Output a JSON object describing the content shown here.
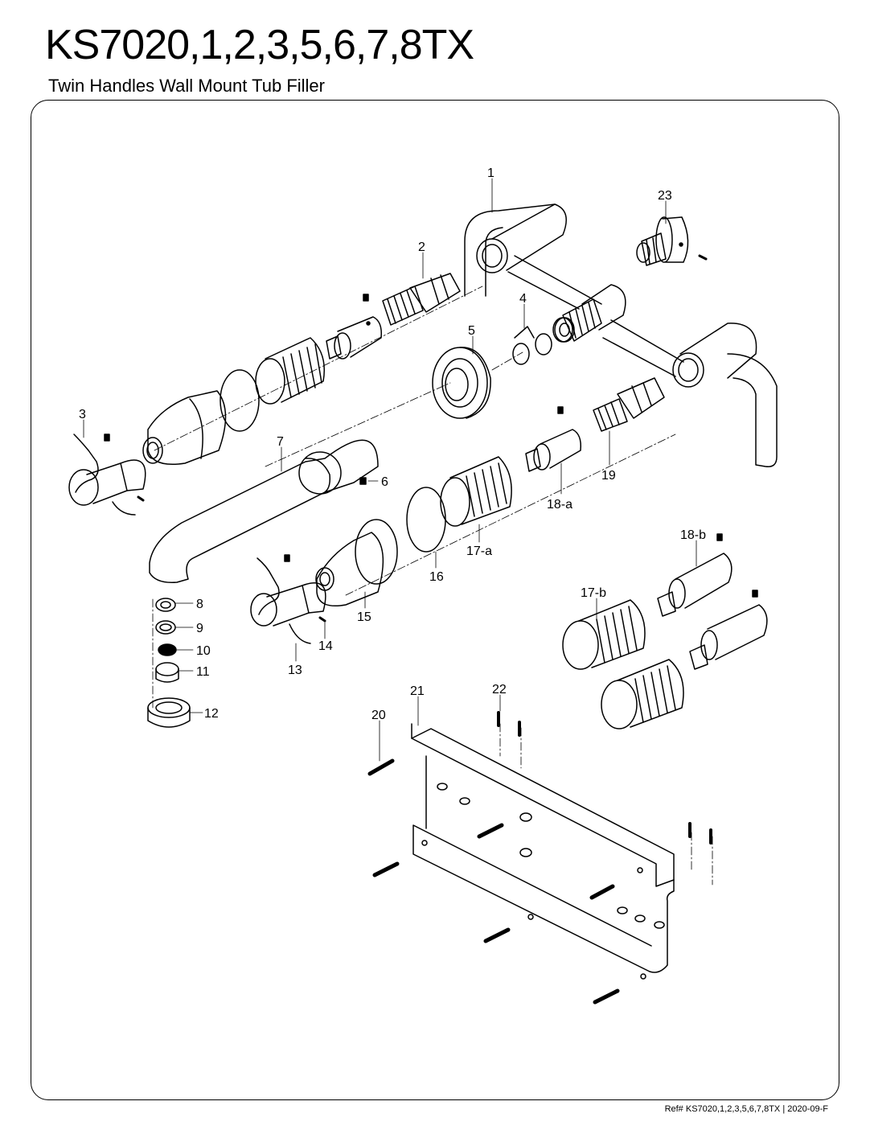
{
  "header": {
    "title": "KS7020,1,2,3,5,6,7,8TX",
    "subtitle": "Twin Handles Wall Mount Tub Filler"
  },
  "callouts": {
    "c1": "1",
    "c2": "2",
    "c3": "3",
    "c4": "4",
    "c5": "5",
    "c6": "6",
    "c7": "7",
    "c8": "8",
    "c9": "9",
    "c10": "10",
    "c11": "11",
    "c12": "12",
    "c13": "13",
    "c14": "14",
    "c15": "15",
    "c16": "16",
    "c17a": "17-a",
    "c17b": "17-b",
    "c18a": "18-a",
    "c18b": "18-b",
    "c19": "19",
    "c20": "20",
    "c21": "21",
    "c22": "22",
    "c23": "23"
  },
  "footer": {
    "reference": "Ref# KS7020,1,2,3,5,6,7,8TX | 2020-09-F"
  }
}
